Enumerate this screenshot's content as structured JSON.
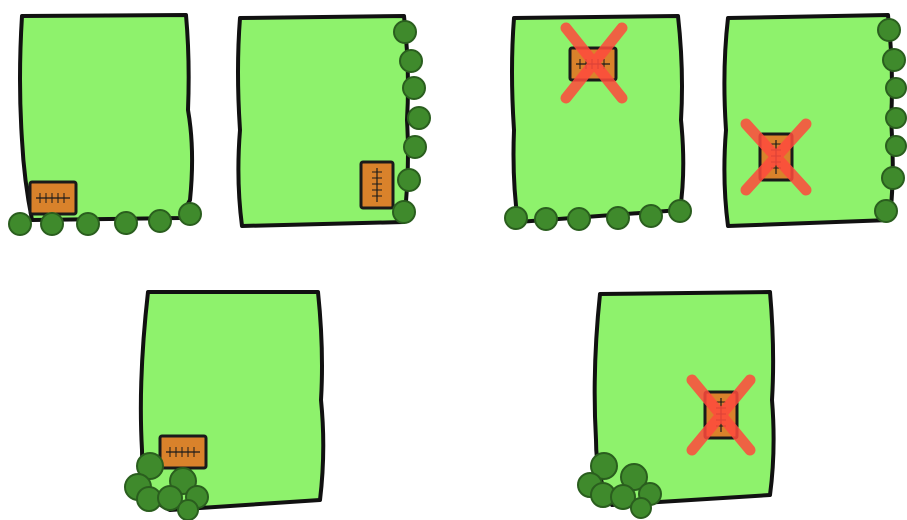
{
  "colors": {
    "field": "#8ef26c",
    "outline": "#111111",
    "hive": "#d9822b",
    "hive_border": "#1a1a1a",
    "tree": "#3f8a2c",
    "tree_dark": "#2a5e1e",
    "cross": "#ff4a3d"
  },
  "panels": [
    {
      "name": "panel-hive-bottom-left-tree-row",
      "hive": "horizontal",
      "hive_status": "correct",
      "trees": "bottom-row"
    },
    {
      "name": "panel-hive-right-edge-tree-column",
      "hive": "vertical",
      "hive_status": "correct",
      "trees": "right-column"
    },
    {
      "name": "panel-hive-top-center-crossed",
      "hive": "horizontal",
      "hive_status": "wrong",
      "trees": "bottom-row"
    },
    {
      "name": "panel-hive-center-left-crossed",
      "hive": "vertical",
      "hive_status": "wrong",
      "trees": "right-column"
    },
    {
      "name": "panel-hive-near-tree-cluster",
      "hive": "horizontal",
      "hive_status": "correct",
      "trees": "cluster-bottom-left"
    },
    {
      "name": "panel-hive-away-from-tree-cluster-crossed",
      "hive": "vertical",
      "hive_status": "wrong",
      "trees": "cluster-bottom-left"
    }
  ]
}
